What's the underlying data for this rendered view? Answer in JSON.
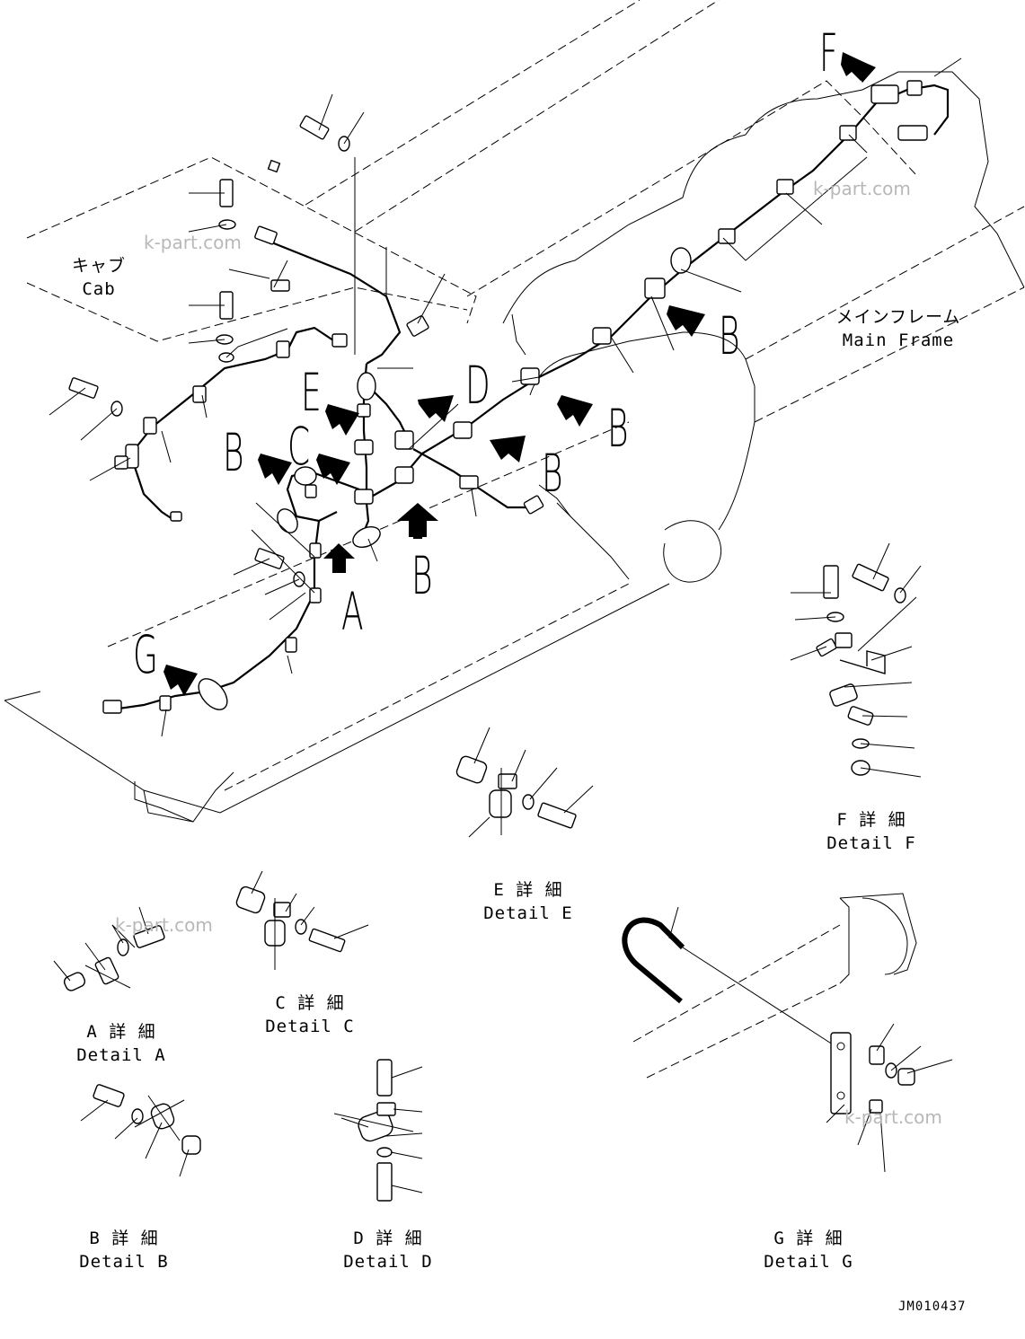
{
  "view_labels": {
    "F": "F",
    "E": "E",
    "D": "D",
    "C": "C",
    "A": "A",
    "G": "G",
    "B": "B"
  },
  "captions": {
    "cab_jp": "キャブ",
    "cab_en": "Cab",
    "frame_jp": "メインフレーム",
    "frame_en": "Main Frame",
    "detail_a_jp": "A 詳 細",
    "detail_a_en": "Detail A",
    "detail_b_jp": "B 詳 細",
    "detail_b_en": "Detail B",
    "detail_c_jp": "C 詳 細",
    "detail_c_en": "Detail C",
    "detail_d_jp": "D 詳 細",
    "detail_d_en": "Detail D",
    "detail_e_jp": "E 詳 細",
    "detail_e_en": "Detail E",
    "detail_f_jp": "F 詳 細",
    "detail_f_en": "Detail F",
    "detail_g_jp": "G 詳 細",
    "detail_g_en": "Detail G"
  },
  "drawing_code": "JM010437",
  "watermark": "k-part.com"
}
